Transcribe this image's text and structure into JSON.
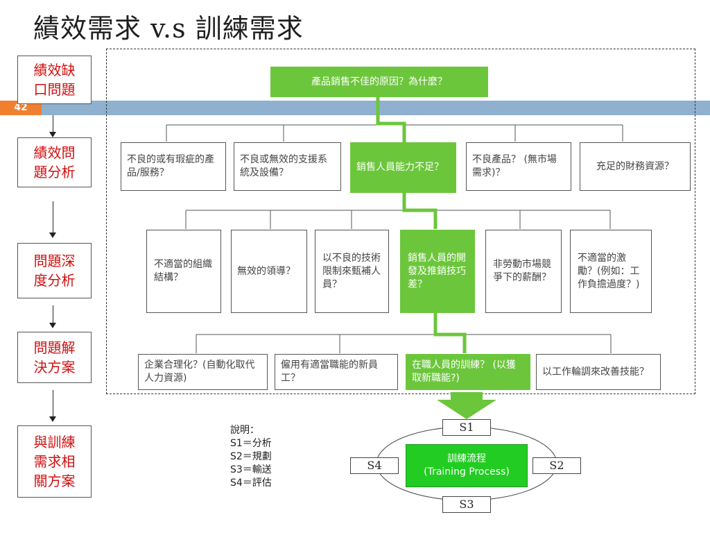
{
  "slide": {
    "title": "績效需求 v.s 訓練需求",
    "page_number": "42"
  },
  "side_steps": [
    "績效缺口問題",
    "績效問題分析",
    "問題深度分析",
    "問題解決方案",
    "與訓練需求相關方案"
  ],
  "tree": {
    "root": "產品銷售不佳的原因？為什麼？",
    "level1": [
      "不良的或有瑕疵的產品/服務？",
      "不良或無效的支援系統及設備？",
      "銷售人員能力不足？",
      "不良產品？ (無市場需求)？",
      "充足的財務資源？"
    ],
    "level2": [
      "不適當的組織結構？",
      "無效的領導？",
      "以不良的技術限制來甄補人員？",
      "銷售人員的開發及推銷技巧差？",
      "非勞動市場競爭下的薪酬？",
      "不適當的激勵？(例如：工作負擔過度？)"
    ],
    "level3": [
      "企業合理化？(自動化取代人力資源)",
      "僱用有適當職能的新員工？",
      "在職人員的訓練？ (以獲取新職能?)",
      "以工作輪調來改善技能？"
    ]
  },
  "legend": {
    "heading": "說明：",
    "items": [
      "S1＝分析",
      "S2＝規劃",
      "S3＝輸送",
      "S4＝評估"
    ]
  },
  "process": {
    "label_zh": "訓練流程",
    "label_en": "(Training Process)",
    "s1": "S1",
    "s2": "S2",
    "s3": "S3",
    "s4": "S4"
  },
  "colors": {
    "green": "#6cc63c",
    "process_green": "#22cc22",
    "side_text": "#d11010",
    "band": "#8fb0cf",
    "page_badge": "#f07f2f"
  }
}
